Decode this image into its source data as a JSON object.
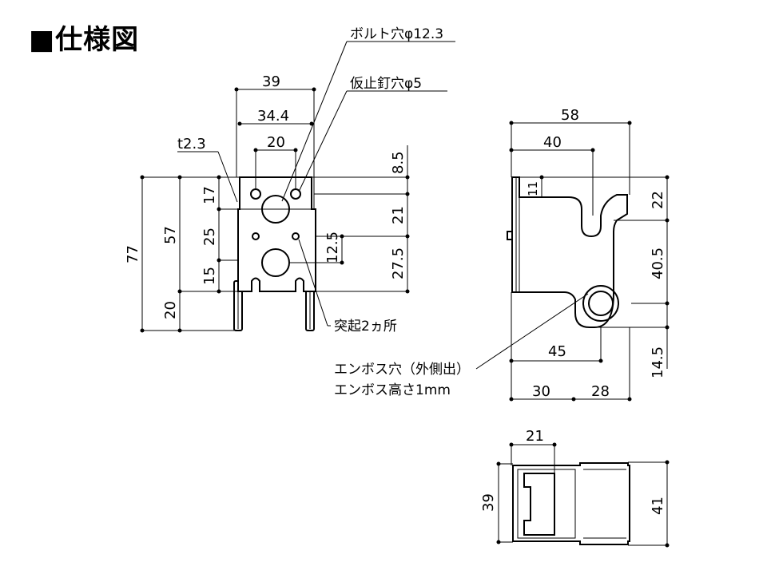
{
  "title": "■仕様図",
  "labels": {
    "bolt_hole": "ボルト穴φ12.3",
    "temp_nail_hole": "仮止釘穴φ5",
    "protrusion": "突起2ヵ所",
    "emboss_hole": "エンボス穴（外側出）",
    "emboss_height": "エンボス高さ1mm"
  },
  "front_view": {
    "width_outer": "39",
    "width_inner": "34.4",
    "hole_pitch": "20",
    "thickness": "t2.3",
    "total_height": "77",
    "body_height": "57",
    "leg_height": "20",
    "top_to_hole": "17",
    "hole_to_hole": "25",
    "hole_to_bottom": "15",
    "right_top": "8.5",
    "right_mid": "21",
    "right_lower": "27.5",
    "protrusion_offset": "12.5"
  },
  "side_view": {
    "total_width": "58",
    "slot_pos": "40",
    "lip": "11",
    "top_section": "22",
    "mid_section": "40.5",
    "bottom_section": "14.5",
    "hole_pos": "45",
    "base_left": "30",
    "base_right": "28"
  },
  "bottom_view": {
    "inner_width": "21",
    "height_left": "39",
    "height_right": "41"
  }
}
